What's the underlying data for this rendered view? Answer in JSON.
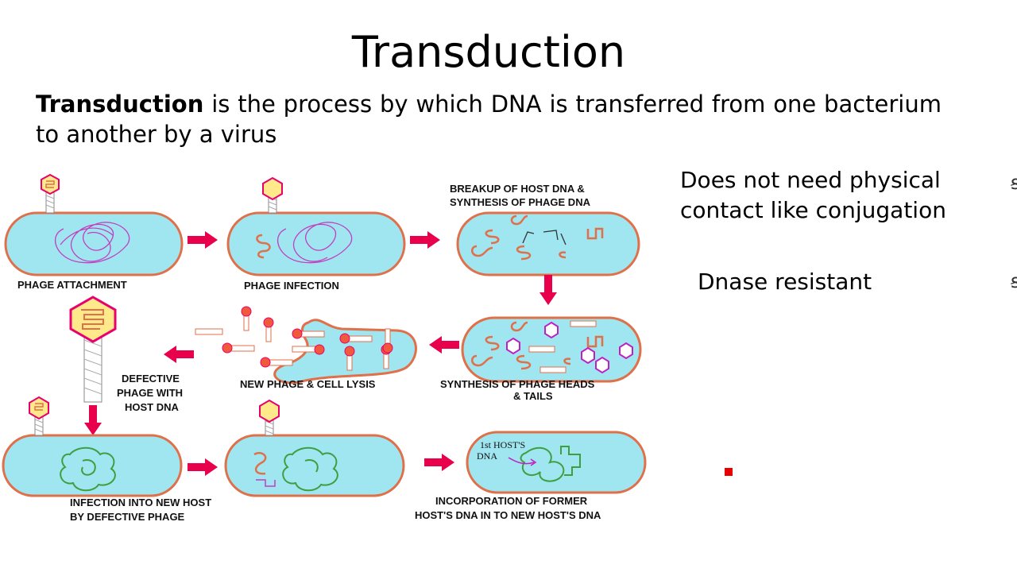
{
  "title": "Transduction",
  "intro": {
    "bold": "Transduction",
    "rest": " is the process by which DNA is transferred from one bacterium to another by a virus"
  },
  "side_points": [
    "Does not need physical contact like conjugation",
    "Dnase resistant"
  ],
  "diagram": {
    "labels": {
      "phage_attachment": "PHAGE ATTACHMENT",
      "phage_infection": "PHAGE INFECTION",
      "breakup_line1": "BREAKUP OF HOST DNA &",
      "breakup_line2": "SYNTHESIS OF PHAGE DNA",
      "synthesis_line1": "SYNTHESIS OF PHAGE HEADS",
      "synthesis_line2": "& TAILS",
      "lysis": "NEW PHAGE & CELL LYSIS",
      "defective_line1": "DEFECTIVE",
      "defective_line2": "PHAGE WITH",
      "defective_line3": "HOST DNA",
      "newhost_line1": "INFECTION INTO NEW HOST",
      "newhost_line2": "BY DEFECTIVE PHAGE",
      "incorp_line1": "INCORPORATION OF FORMER",
      "incorp_line2": "HOST'S DNA IN TO NEW HOST'S DNA",
      "hosts_dna_line1": "1st HOST'S",
      "hosts_dna_line2": "DNA"
    }
  },
  "colors": {
    "cell_fill": "#9fe6f0",
    "cell_stroke": "#e0704a",
    "arrow": "#e8004d",
    "phage_fill": "#ffe98a",
    "phage_stroke": "#e8006e",
    "host_dna": "#3f9f3f"
  }
}
